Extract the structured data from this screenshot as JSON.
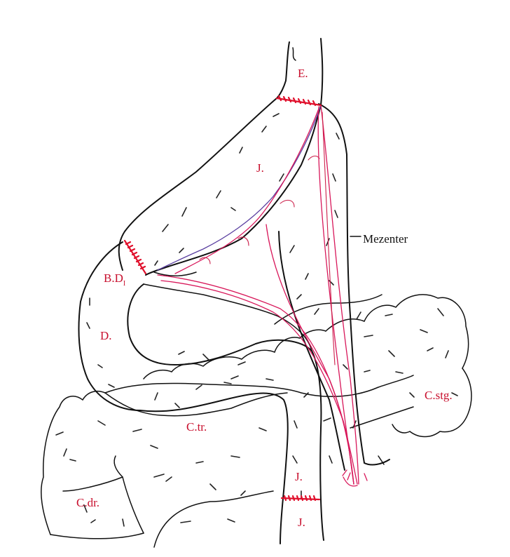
{
  "labels": {
    "esophagus": "E.",
    "jejunum_upper": "J.",
    "mesentery": "Mezenter",
    "anastomosis_bd": "B.D",
    "anastomosis_bd_sub": "I",
    "duodenum": "D.",
    "colon_transverse": "C.tr.",
    "colon_left": "C.stg.",
    "colon_right": "C.dr.",
    "jejunum_lower_1": "J.",
    "jejunum_lower_2": "J."
  },
  "colors": {
    "annotation_red": "#c8102e",
    "vessel_pink": "#d8175a",
    "suture_red": "#e0102c",
    "outline_black": "#111111"
  }
}
